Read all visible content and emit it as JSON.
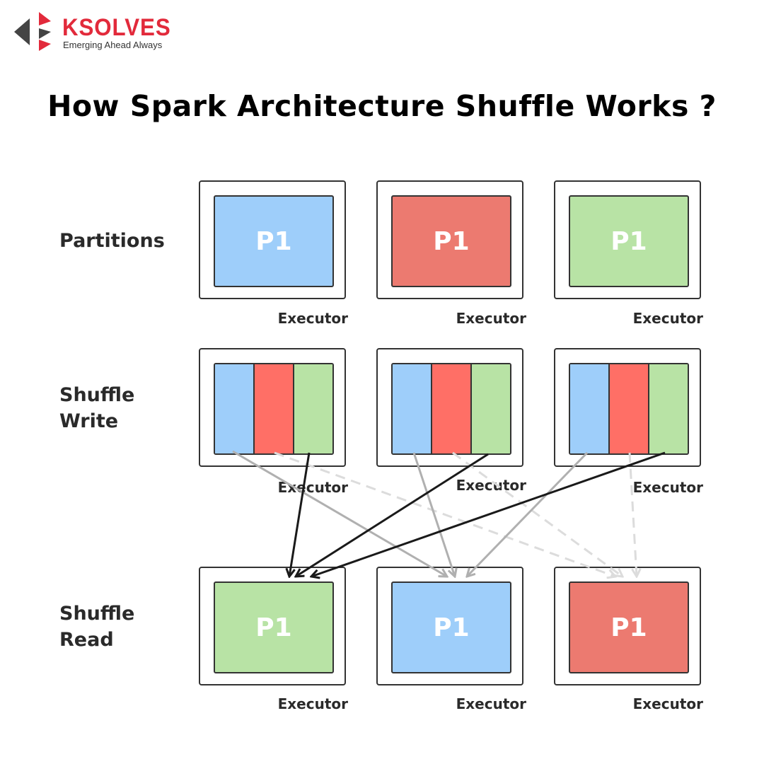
{
  "logo": {
    "name": "KSOLVES",
    "tagline": "Emerging Ahead Always"
  },
  "title": "How Spark Architecture Shuffle Works ?",
  "rows": {
    "partitions": "Partitions",
    "shuffle_write": [
      "Shuffle",
      "Write"
    ],
    "shuffle_read": [
      "Shuffle",
      "Read"
    ]
  },
  "executor_label": "Executor",
  "partition_label": "P1",
  "colors": {
    "blue": "#9ecefa",
    "red": "#ec7a70",
    "green": "#b8e3a5",
    "red_segment": "#ff6f66",
    "brand": "#e22a3b"
  }
}
